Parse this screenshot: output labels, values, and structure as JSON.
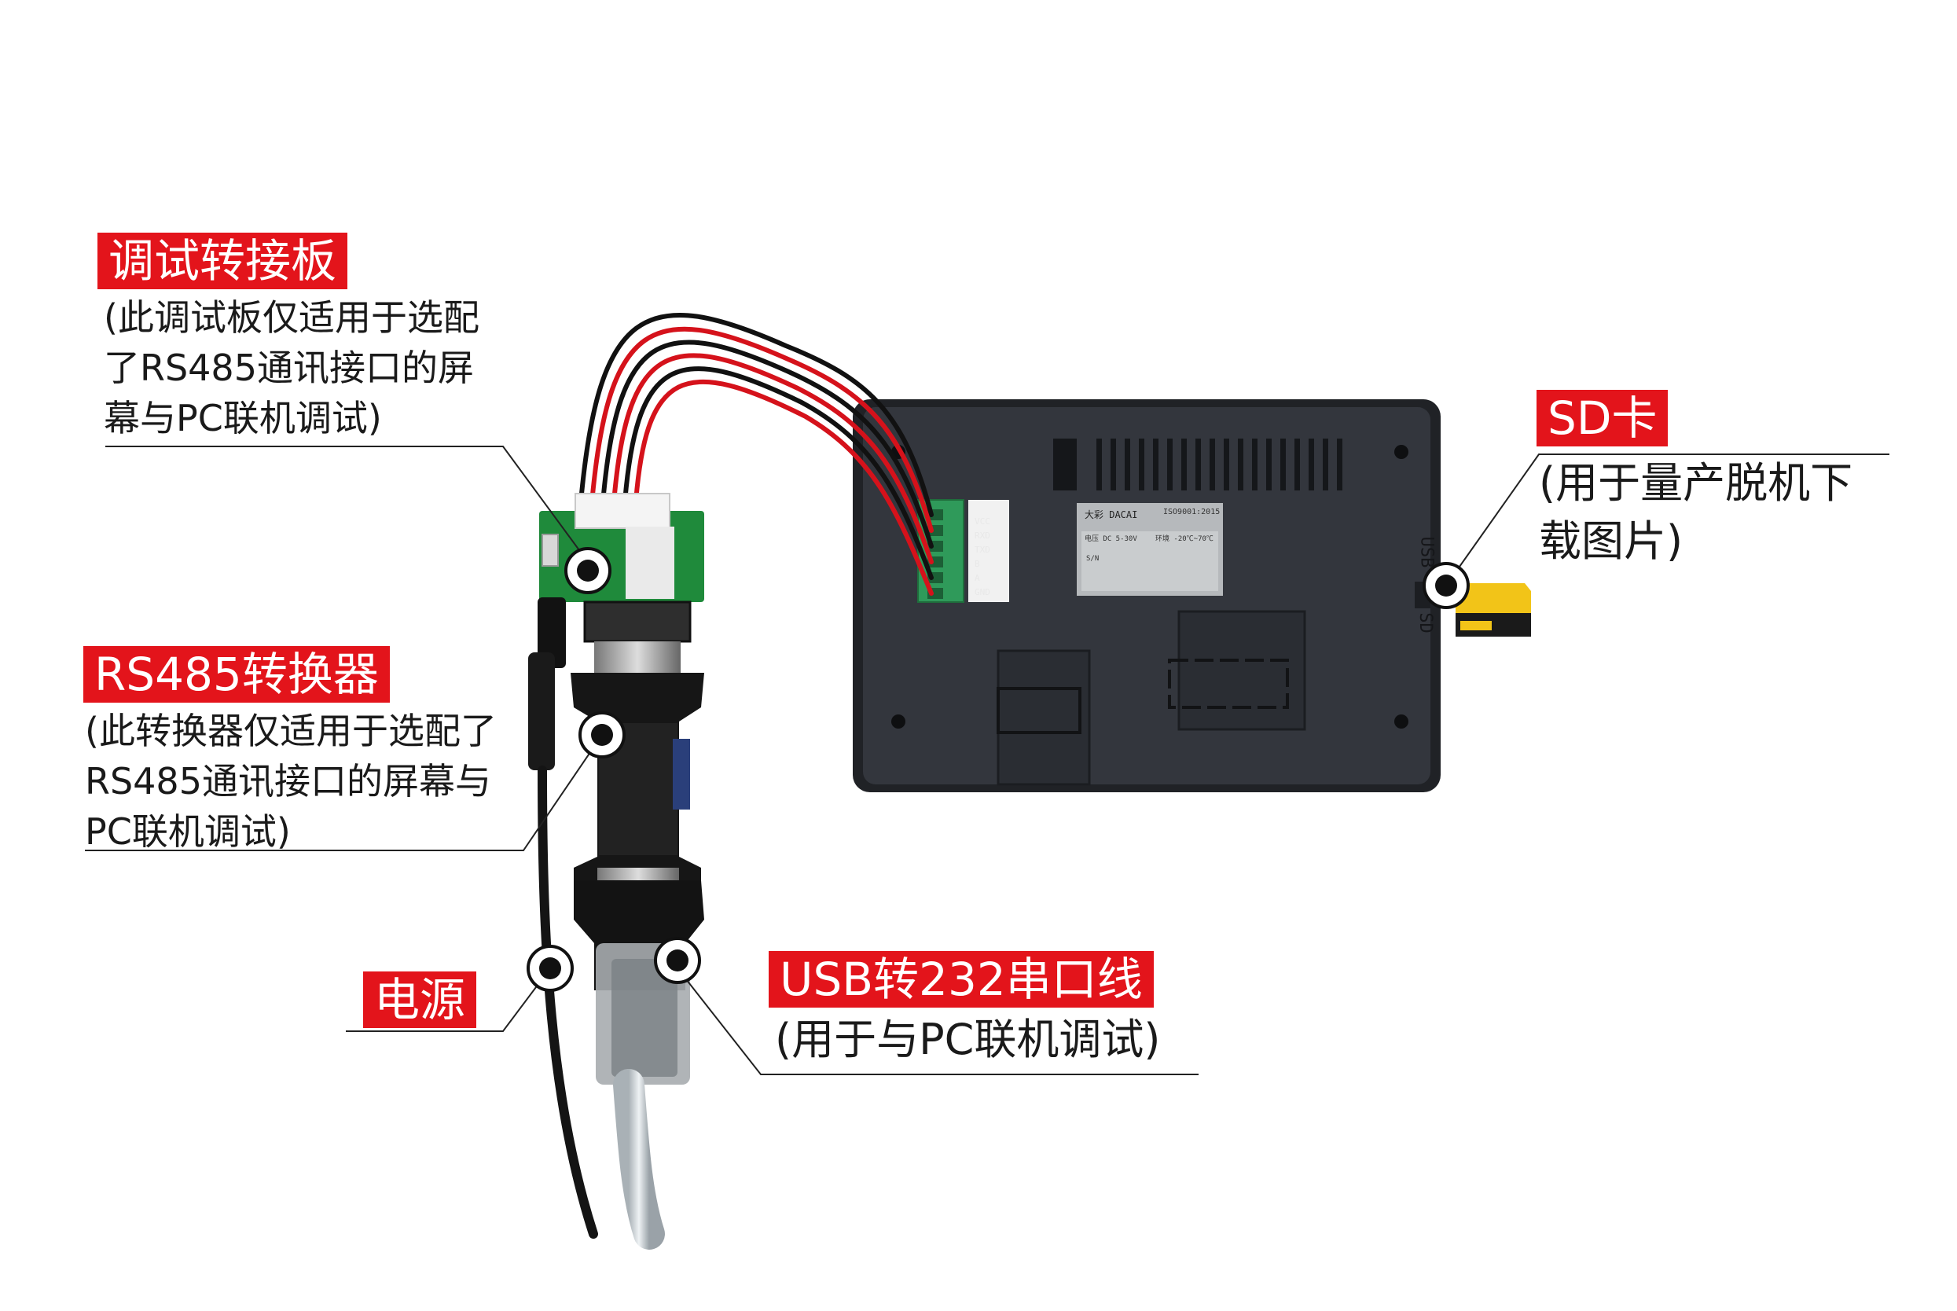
{
  "callouts": {
    "debug_board": {
      "title": "调试转接板",
      "lines": [
        "(此调试板仅适用于选配",
        "了RS485通讯接口的屏",
        "幕与PC联机调试)"
      ]
    },
    "rs485": {
      "title": "RS485转换器",
      "lines": [
        "(此转换器仅适用于选配了",
        "RS485通讯接口的屏幕与",
        "PC联机调试)"
      ]
    },
    "power": {
      "title": "电源"
    },
    "usb232": {
      "title": "USB转232串口线",
      "lines": [
        "(用于与PC联机调试)"
      ]
    },
    "sd": {
      "title": "SD卡",
      "lines": [
        "(用于量产脱机下",
        "载图片)"
      ]
    }
  },
  "device": {
    "terminal_labels": [
      "VCC",
      "RXD",
      "TXD",
      "B",
      "A",
      "GND"
    ],
    "side_labels": [
      "USB",
      "SD"
    ],
    "brand": "大彩 DACAI",
    "cert": "ISO9001:2015",
    "spec_voltage": "电压  DC 5-30V",
    "spec_env": "环境  -20℃~70℃",
    "serial": "S/N"
  },
  "colors": {
    "accent_red": "#e3141b",
    "device_body": "#2e3138",
    "board_green": "#1f8a3b"
  }
}
